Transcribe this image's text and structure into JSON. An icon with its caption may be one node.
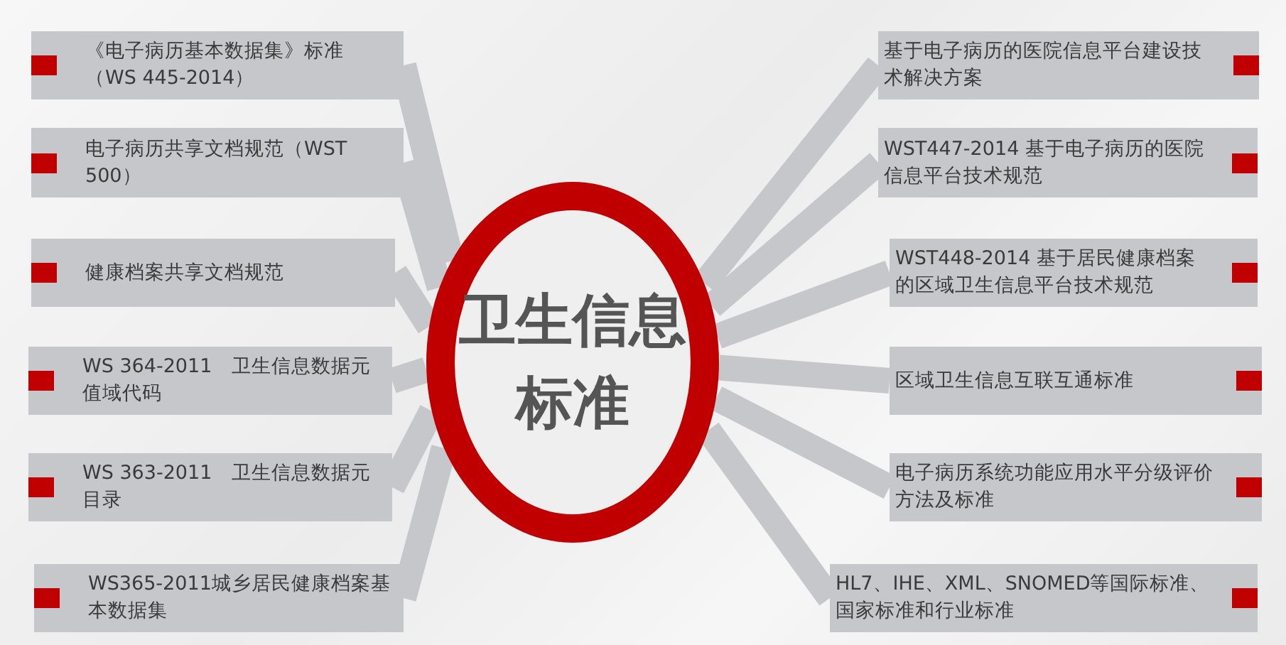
{
  "diagram": {
    "nodes": [
      {
        "text": [
          "卫生信息标准"
        ]
      },
      {
        "text": [
          "《电子病历基本数据集》标准（WS 445-2014）"
        ]
      },
      {
        "text": [
          "电子病历共享文档规范（WST 500）"
        ]
      },
      {
        "text": [
          "健康档案共享文档规范"
        ]
      },
      {
        "text": [
          "WS 364-2011　卫生信息数据元值域代码"
        ]
      },
      {
        "text": [
          "WS 363-2011　卫生信息数据元目录"
        ]
      },
      {
        "text": [
          "WS365-2011城乡居民健康档案基本数据集"
        ]
      },
      {
        "text": [
          "基于电子病历的医院信息平台建设技术解决方案"
        ]
      },
      {
        "text": [
          "WST447-2014  基于电子病历的医院信息平台技术规范"
        ]
      },
      {
        "text": [
          "WST448-2014  基于居民健康档案的区域卫生信息平台技术规范"
        ]
      },
      {
        "text": [
          "区域卫生信息互联互通标准"
        ]
      },
      {
        "text": [
          "电子病历系统功能应用水平分级评价方法及标准"
        ]
      },
      {
        "text": [
          "HL7、IHE、XML、SNOMED等国际标准、国家标准和行业标准"
        ]
      }
    ],
    "edges": [
      {
        "from": 1,
        "to": 0,
        "arrow": "none"
      },
      {
        "from": 2,
        "to": 0,
        "arrow": "none"
      },
      {
        "from": 3,
        "to": 0,
        "arrow": "none"
      },
      {
        "from": 4,
        "to": 0,
        "arrow": "none"
      },
      {
        "from": 5,
        "to": 0,
        "arrow": "none"
      },
      {
        "from": 6,
        "to": 0,
        "arrow": "none"
      },
      {
        "from": 7,
        "to": 0,
        "arrow": "none"
      },
      {
        "from": 8,
        "to": 0,
        "arrow": "none"
      },
      {
        "from": 9,
        "to": 0,
        "arrow": "none"
      },
      {
        "from": 10,
        "to": 0,
        "arrow": "none"
      },
      {
        "from": 11,
        "to": 0,
        "arrow": "none"
      },
      {
        "from": 12,
        "to": 0,
        "arrow": "none"
      }
    ]
  }
}
